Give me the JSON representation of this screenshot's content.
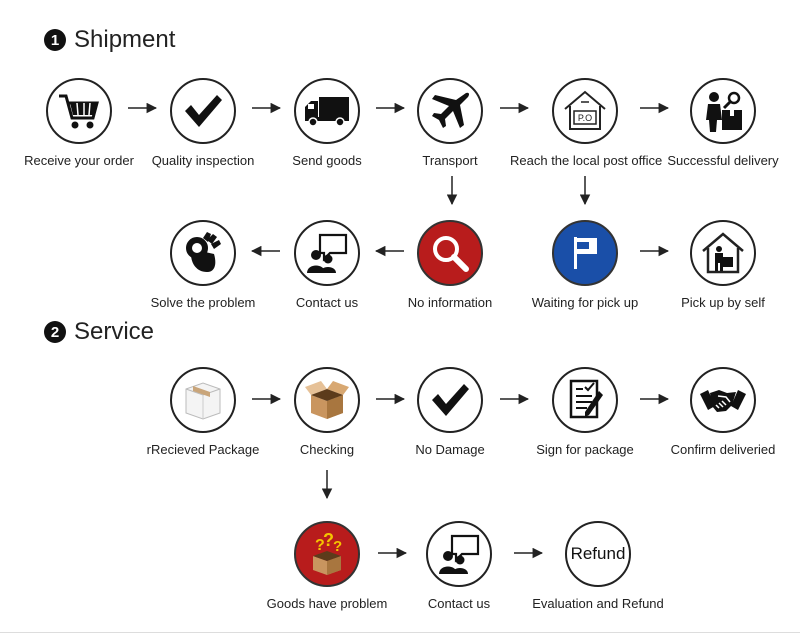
{
  "sections": {
    "shipment": {
      "number": "1",
      "title": "Shipment"
    },
    "service": {
      "number": "2",
      "title": "Service"
    }
  },
  "shipment_nodes": {
    "receive_order": {
      "label": "Receive your order",
      "icon": "shopping-cart-icon"
    },
    "quality_inspection": {
      "label": "Quality inspection",
      "icon": "checkmark-icon"
    },
    "send_goods": {
      "label": "Send goods",
      "icon": "truck-icon"
    },
    "transport": {
      "label": "Transport",
      "icon": "airplane-icon"
    },
    "post_office": {
      "label": "Reach the local post office",
      "icon": "post-office-icon",
      "sign": "P.O"
    },
    "successful_delivery": {
      "label": "Successful delivery",
      "icon": "delivery-person-icon"
    },
    "solve_problem": {
      "label": "Solve the problem",
      "icon": "ok-hand-icon"
    },
    "contact_us": {
      "label": "Contact us",
      "icon": "chat-people-icon"
    },
    "no_information": {
      "label": "No information",
      "icon": "magnifier-icon"
    },
    "waiting_pickup": {
      "label": "Waiting for pick up",
      "icon": "flag-icon"
    },
    "pickup_self": {
      "label": "Pick up by self",
      "icon": "house-box-icon"
    }
  },
  "service_nodes": {
    "received_package": {
      "label": "rRecieved Package",
      "icon": "package-icon"
    },
    "checking": {
      "label": "Checking",
      "icon": "open-box-icon"
    },
    "no_damage": {
      "label": "No Damage",
      "icon": "checkmark-icon"
    },
    "sign_package": {
      "label": "Sign for package",
      "icon": "sign-document-icon"
    },
    "confirm_delivered": {
      "label": "Confirm  deliveried",
      "icon": "handshake-icon"
    },
    "goods_problem": {
      "label": "Goods have problem",
      "icon": "question-box-icon"
    },
    "contact_us": {
      "label": "Contact us",
      "icon": "chat-people-icon"
    },
    "evaluation_refund": {
      "label": "Evaluation and Refund",
      "icon": "refund-text-icon",
      "text": "Refund"
    }
  },
  "colors": {
    "red_circle": "#b81c1c",
    "blue_circle": "#1a4fa8",
    "line": "#222222"
  }
}
